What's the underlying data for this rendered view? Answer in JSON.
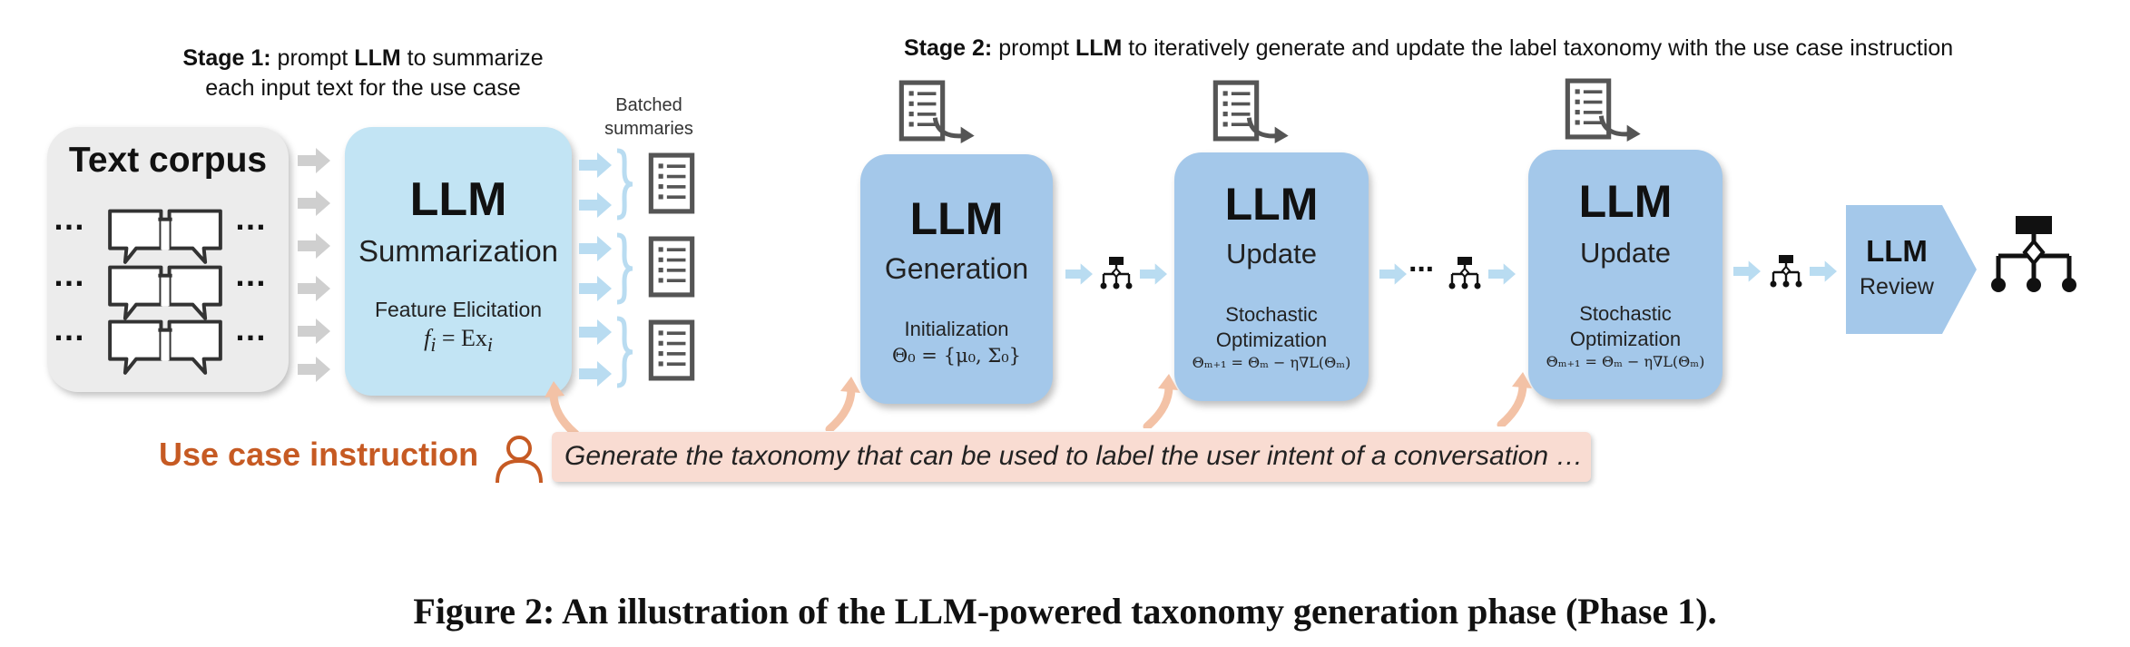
{
  "stage1": {
    "bold_label": "Stage 1:",
    "line1_a": " prompt ",
    "line1_llm": "LLM",
    "line1_b": " to summarize",
    "line2": "each input text for the use case"
  },
  "stage2": {
    "bold_label": "Stage 2:",
    "text_a": " prompt ",
    "text_llm": "LLM",
    "text_b": " to iteratively generate and update the label taxonomy with the use case instruction"
  },
  "corpus": {
    "title": "Text corpus",
    "dots": "…"
  },
  "summarization": {
    "llm": "LLM",
    "name": "Summarization",
    "feature": "Feature Elicitation",
    "formula_f": "f",
    "formula_i": "i",
    "formula_rest": " = Ex",
    "formula_xi": "i"
  },
  "batched": {
    "line1": "Batched",
    "line2": "summaries"
  },
  "generation": {
    "llm": "LLM",
    "name": "Generation",
    "init": "Initialization",
    "formula": "Θ₀ = {μ₀, Σ₀}"
  },
  "update1": {
    "llm": "LLM",
    "name": "Update",
    "opt1": "Stochastic",
    "opt2": "Optimization",
    "formula": "Θₘ₊₁ = Θₘ − η∇L(Θₘ)"
  },
  "update2": {
    "llm": "LLM",
    "name": "Update",
    "opt1": "Stochastic",
    "opt2": "Optimization",
    "formula": "Θₘ₊₁ = Θₘ − η∇L(Θₘ)"
  },
  "ellipsis": "···",
  "review": {
    "llm": "LLM",
    "name": "Review"
  },
  "usecase": {
    "label": "Use case instruction",
    "instruction": "Generate the taxonomy that can be used to label the user intent of a conversation …"
  },
  "caption": "Figure 2: An illustration of the LLM-powered taxonomy generation phase (Phase 1).",
  "colors": {
    "corpus_bg": "#ececec",
    "summarization_bg": "#c2e4f4",
    "llm_box_bg": "#a4c8ea",
    "arrow_light_blue": "#b9dcf1",
    "arrow_gray": "#cccccc",
    "usecase_orange": "#c65a23",
    "instruction_bg": "#f9dcd2",
    "pointer_peach": "#f3c2a6"
  }
}
